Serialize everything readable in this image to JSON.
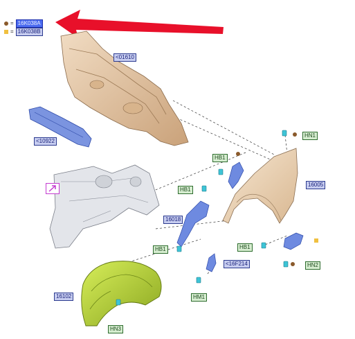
{
  "legend": [
    {
      "symbol": "=",
      "code": "16K038A",
      "marker_color": "#8a5a2b",
      "highlighted": true
    },
    {
      "symbol": "=",
      "code": "16K038B",
      "marker_color": "#f0c040",
      "highlighted": false
    }
  ],
  "labels": {
    "dash_panel": "<01610",
    "reinforcement": "<10922",
    "fender": "16005",
    "bracket_16018": "16018",
    "bracket_16f214": "<16F214",
    "splash_shield": "16102",
    "hn1": "HN1",
    "hb1_top": "HB1",
    "hb1_left": "HB1",
    "hb1_bottom": "HB1",
    "hb1_right": "HB1",
    "hm1": "HM1",
    "hn2": "HN2",
    "hn3": "HN3"
  },
  "colors": {
    "tag_fill": "#c7cdf0",
    "tag_highlight": "#4b6bf0",
    "fastener_tag_fill": "#d6edd0",
    "arrow": "#e8102a",
    "dash_panel": "#e6c9a8",
    "fender": "#ecd4b4",
    "splash_shield": "#b4d43a",
    "bracket_blue": "#5b79d6",
    "frame_grey": "#d9dbe0",
    "clip_cyan": "#3ec4d6"
  },
  "icons": [
    "red-arrow-icon",
    "view-direction-icon"
  ]
}
